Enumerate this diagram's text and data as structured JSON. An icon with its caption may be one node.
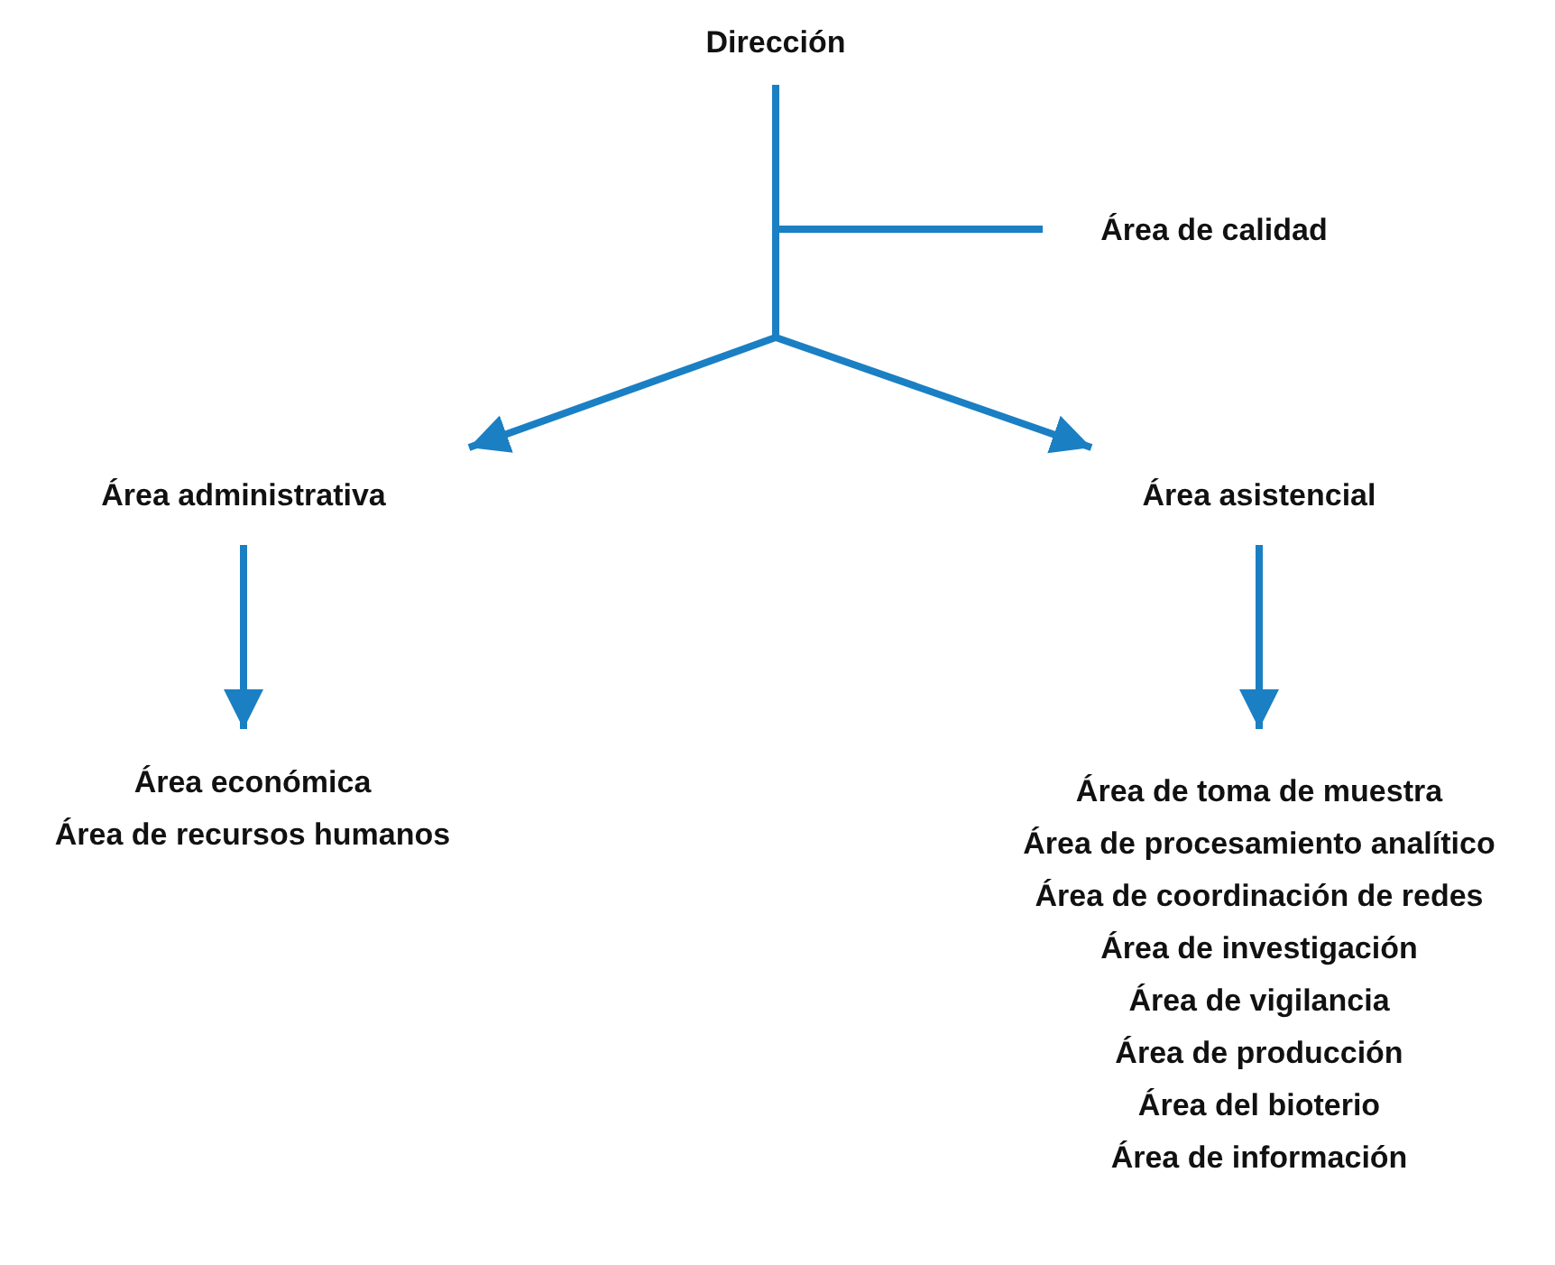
{
  "diagram": {
    "nodes": [
      {
        "text": [
          "Dirección"
        ]
      },
      {
        "text": [
          "Área de calidad"
        ]
      },
      {
        "text": [
          "Área administrativa"
        ]
      },
      {
        "text": [
          "Área asistencial"
        ]
      },
      {
        "text": [
          "Área económica",
          "Área de recursos humanos"
        ]
      },
      {
        "text": [
          "Área de toma de muestra",
          "Área de procesamiento analítico",
          "Área de coordinación de redes",
          "Área de investigación",
          "Área de vigilancia",
          "Área de producción",
          "Área del bioterio",
          "Área de información"
        ]
      }
    ],
    "edges": [
      {
        "from": 0,
        "to": 1,
        "arrow": "none"
      },
      {
        "from": 0,
        "to": 2,
        "arrow": "to"
      },
      {
        "from": 0,
        "to": 3,
        "arrow": "to"
      },
      {
        "from": 2,
        "to": 4,
        "arrow": "to"
      },
      {
        "from": 3,
        "to": 5,
        "arrow": "to"
      }
    ]
  }
}
